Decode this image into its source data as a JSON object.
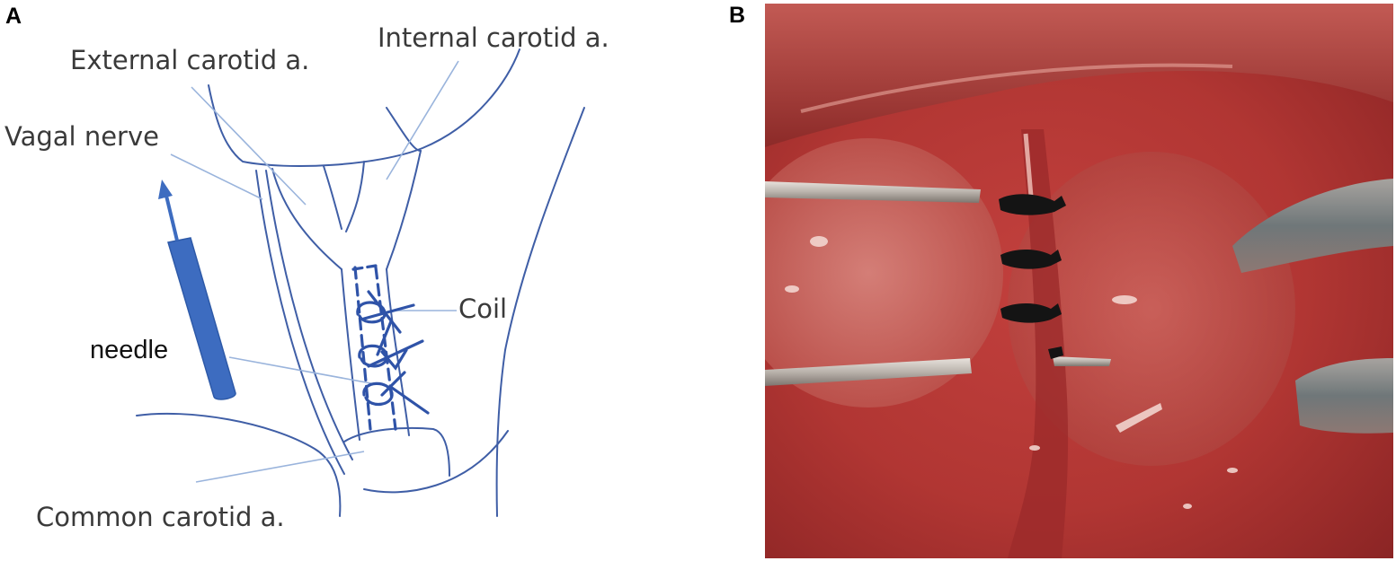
{
  "panels": {
    "a": {
      "letter": "A",
      "labels": {
        "external": "External carotid a.",
        "internal": "Internal carotid a.",
        "vagal": "Vagal nerve",
        "coil": "Coil",
        "needle": "needle",
        "common": "Common carotid a."
      },
      "colors": {
        "outline": "#3f5ea6",
        "leader": "#9ab4dc",
        "coil": "#2f53a8",
        "needle": "#3d6cc0"
      }
    },
    "b": {
      "letter": "B",
      "content": "surgical-photograph",
      "colors": {
        "tissue": "#b83a38",
        "tissue_light": "#d98a80",
        "instrument": "#c9c4bf",
        "suture": "#141414"
      }
    }
  }
}
